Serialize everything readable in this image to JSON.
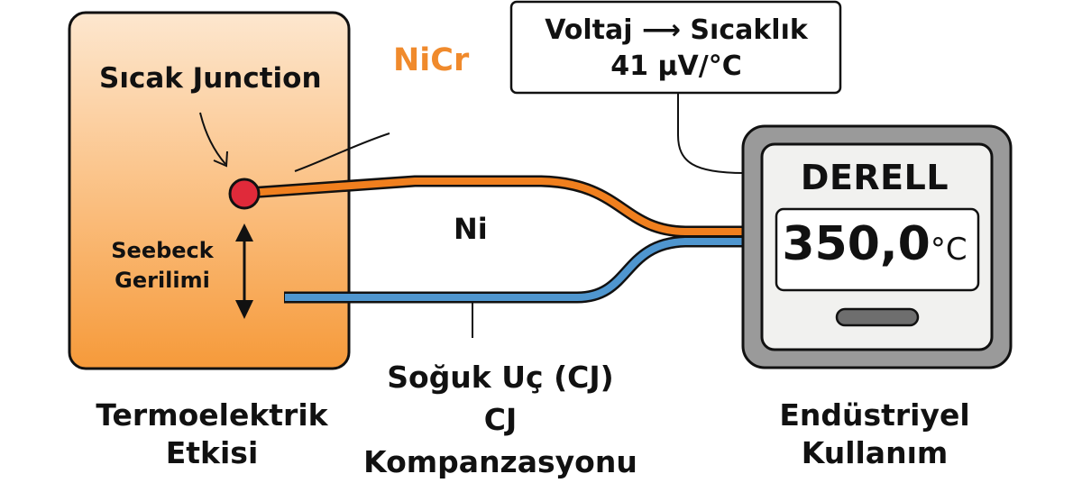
{
  "diagram": {
    "title_region": {
      "info_box": {
        "line1": "Voltaj ⟶ Sıcaklık",
        "line2": "41 µV/°C"
      }
    },
    "hot_side": {
      "hot_junction_label": "Sıcak Junction",
      "seebeck_label_line1": "Seebeck",
      "seebeck_label_line2": "Gerilimi",
      "caption_line1": "Termoelektrik",
      "caption_line2": "Etkisi"
    },
    "wires": {
      "positive": {
        "label": "NiCr",
        "color": "#f07f1e"
      },
      "negative": {
        "label": "Ni",
        "color": "#4f96cf"
      }
    },
    "cold_junction": {
      "label": "Soğuk Uç (CJ)",
      "caption_line1": "CJ",
      "caption_line2": "Kompanzasyonu"
    },
    "meter": {
      "brand": "DERELL",
      "reading_value": "350,0",
      "reading_unit": "°C",
      "caption_line1": "Endüstriyel",
      "caption_line2": "Kullanım"
    },
    "colors": {
      "hot_block_top": "#fde3c6",
      "hot_block_bottom": "#f7a040",
      "junction_dot": "#e02a3a",
      "meter_frame": "#9a9a9a",
      "meter_face": "#f1f1ef",
      "nicr_text": "#f08a2c"
    }
  }
}
